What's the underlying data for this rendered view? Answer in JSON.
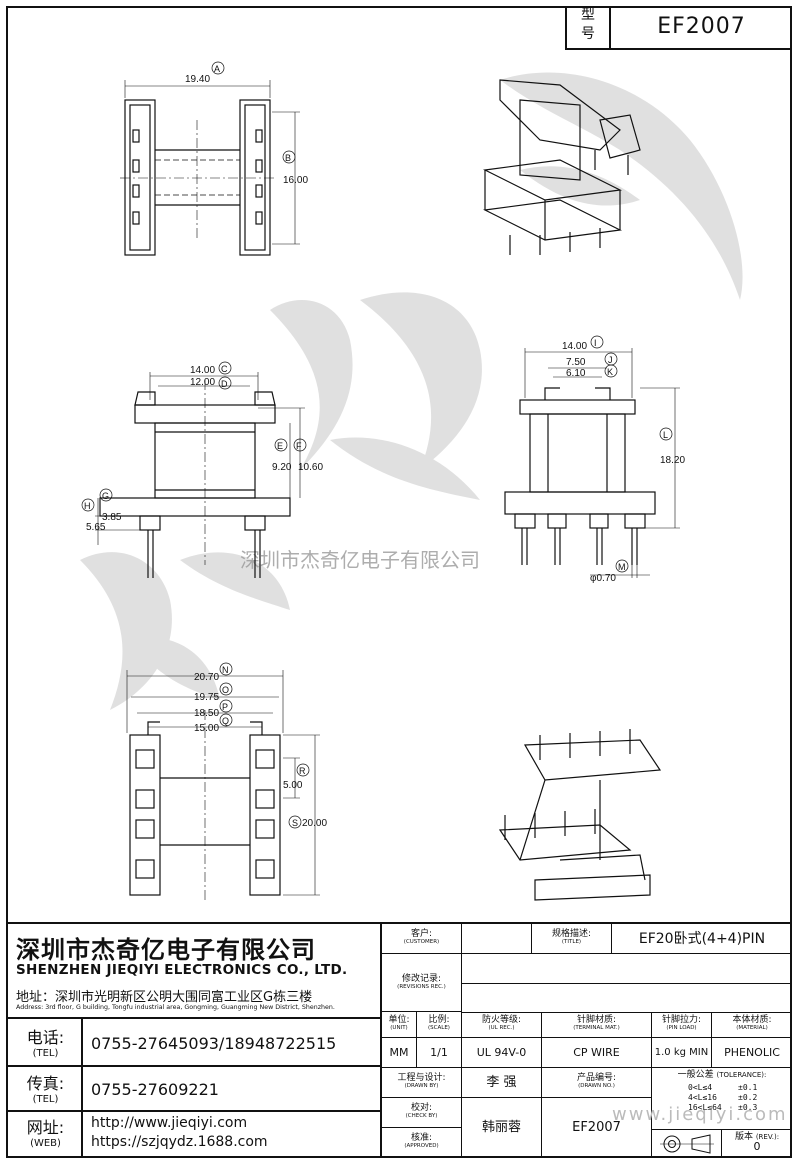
{
  "header": {
    "type_label_1": "型",
    "type_label_2": "号",
    "model": "EF2007"
  },
  "watermark": "深圳市杰奇亿电子有限公司",
  "watermark_url": "www.jieqiyi.com",
  "dims": {
    "A": "A",
    "A_val": "19.40",
    "B": "B",
    "B_val": "16.00",
    "C": "C",
    "C_val": "14.00",
    "D": "D",
    "D_val": "12.00",
    "E": "E",
    "E_val": "9.20",
    "F": "F",
    "F_val": "10.60",
    "G": "G",
    "G_val": "3.85",
    "H": "H",
    "H_val": "5.65",
    "I": "I",
    "I_val": "14.00",
    "J": "J",
    "J_val": "7.50",
    "K": "K",
    "K_val": "6.10",
    "L": "L",
    "L_val": "18.20",
    "M": "M",
    "M_val": "φ0.70",
    "N": "N",
    "N_val": "20.70",
    "O": "O",
    "O_val": "19.75",
    "P": "P",
    "P_val": "18.50",
    "Q": "Q",
    "Q_val": "15.00",
    "R": "R",
    "R_val": "5.00",
    "S": "S",
    "S_val": "20.00"
  },
  "company": {
    "name_cn": "深圳市杰奇亿电子有限公司",
    "name_en": "SHENZHEN JIEQIYI ELECTRONICS CO., LTD.",
    "address_cn": "地址：深圳市光明新区公明大围同富工业区G栋三楼",
    "address_en": "Address: 3rd floor, G building, Tongfu industrial area, Gongming, Guangming New District, Shenzhen.",
    "tel_label": "电话:",
    "tel_label_en": "(TEL)",
    "tel": "0755-27645093/18948722515",
    "fax_label": "传真:",
    "fax_label_en": "(TEL)",
    "fax": "0755-27609221",
    "web_label": "网址:",
    "web_label_en": "(WEB)",
    "web1": "http://www.jieqiyi.com",
    "web2": "https://szjqydz.1688.com"
  },
  "titleblock": {
    "customer_label": "客户:",
    "customer_label_en": "(CUSTOMER)",
    "title_label": "规格描述:",
    "title_label_en": "(TITLE)",
    "title": "EF20卧式(4+4)PIN",
    "rev_label": "修改记录:",
    "rev_label_en": "(REVISIONS REC.)",
    "unit_label": "单位:",
    "unit_label_en": "(UNIT)",
    "unit": "MM",
    "scale_label": "比例:",
    "scale_label_en": "(SCALE)",
    "scale": "1/1",
    "ul_label": "防火等级:",
    "ul_label_en": "(UL REC.)",
    "ul": "UL 94V-0",
    "terminal_label": "针脚材质:",
    "terminal_label_en": "(TERMINAL MAT.)",
    "terminal": "CP WIRE",
    "pinload_label": "针脚拉力:",
    "pinload_label_en": "(PIN LOAD)",
    "pinload": "1.0 kg MIN",
    "material_label": "本体材质:",
    "material_label_en": "(MATERIAL)",
    "material": "PHENOLIC",
    "drawn_label": "工程与设计:",
    "drawn_label_en": "(DRAWN BY)",
    "drawn": "李  强",
    "product_label": "产品编号:",
    "product_label_en": "(DRAWN NO.)",
    "check_label": "校对:",
    "check_label_en": "(CHECK BY)",
    "approved_label": "核准:",
    "approved_label_en": "(APPROVED)",
    "approved": "韩丽蓉",
    "drawing_no": "EF2007",
    "tol_label": "一般公差",
    "tol_label_en": "(TOLERANCE):",
    "tol_rows": [
      {
        "range": "0<L≤4",
        "tol": "±0.1"
      },
      {
        "range": "4<L≤16",
        "tol": "±0.2"
      },
      {
        "range": "16<L≤64",
        "tol": "±0.3"
      }
    ],
    "version_label": "版本",
    "version_label_en": "(REV.):",
    "version": "0"
  }
}
